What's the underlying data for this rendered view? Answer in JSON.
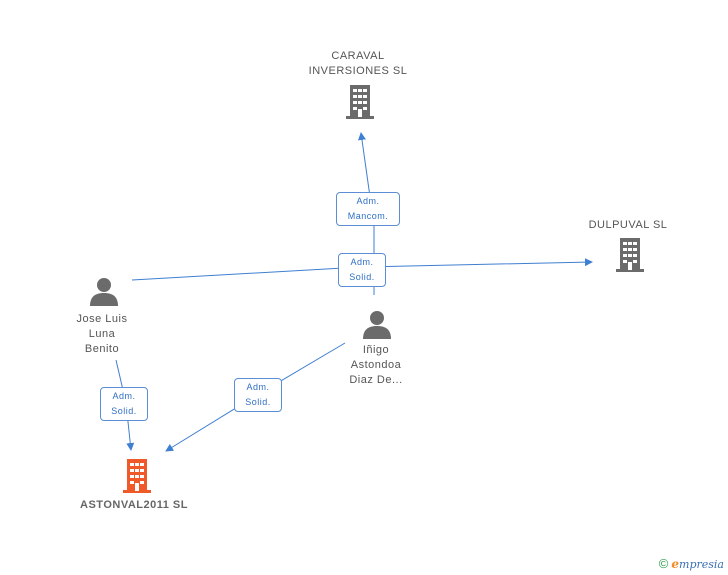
{
  "nodes": {
    "caraval": {
      "lines": [
        "CARAVAL",
        "INVERSIONES SL"
      ],
      "icon": "building-icon",
      "color": "#6b6b6b"
    },
    "dulpuval": {
      "lines": [
        "DULPUVAL SL"
      ],
      "icon": "building-icon",
      "color": "#6b6b6b"
    },
    "jose": {
      "lines": [
        "Jose Luis",
        "Luna",
        "Benito"
      ],
      "icon": "person-icon",
      "color": "#6b6b6b"
    },
    "inigo": {
      "lines": [
        "Iñigo",
        "Astondoa",
        "Diaz De..."
      ],
      "icon": "person-icon",
      "color": "#6b6b6b"
    },
    "astonval": {
      "lines": [
        "ASTONVAL2011 SL"
      ],
      "icon": "building-icon",
      "color": "#f05a28"
    }
  },
  "roles": {
    "r1": [
      "Adm.",
      "Mancom."
    ],
    "r2": [
      "Adm.",
      "Solid."
    ],
    "r3": [
      "Adm.",
      "Solid."
    ],
    "r4": [
      "Adm.",
      "Solid."
    ]
  },
  "colors": {
    "edge": "#3f7fd1",
    "role_border": "#5b8ed6",
    "role_text": "#2f6fc4"
  },
  "footer": {
    "copyright": "©",
    "brand_e": "e",
    "brand_rest": "mpresia"
  }
}
